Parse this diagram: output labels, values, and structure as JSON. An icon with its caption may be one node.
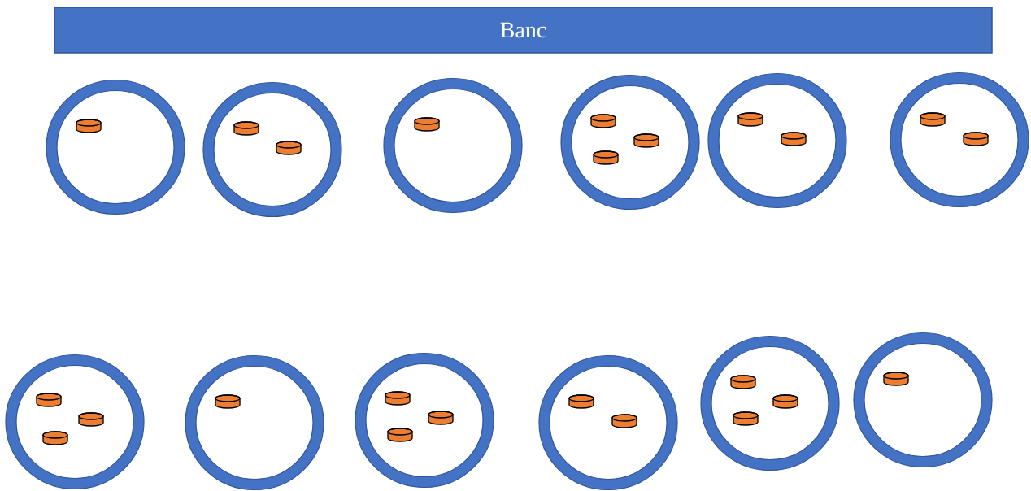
{
  "diagram": {
    "nodes": [
      {
        "text": [
          "Banc"
        ]
      },
      {
        "text": [],
        "shape": "circle"
      },
      {
        "text": [],
        "shape": "cylinder",
        "in": 1
      },
      {
        "text": [],
        "shape": "circle"
      },
      {
        "text": [],
        "shape": "cylinder",
        "in": 3
      },
      {
        "text": [],
        "shape": "cylinder",
        "in": 3
      },
      {
        "text": [],
        "shape": "circle"
      },
      {
        "text": [],
        "shape": "cylinder",
        "in": 6
      },
      {
        "text": [],
        "shape": "circle"
      },
      {
        "text": [],
        "shape": "cylinder",
        "in": 8
      },
      {
        "text": [],
        "shape": "cylinder",
        "in": 8
      },
      {
        "text": [],
        "shape": "cylinder",
        "in": 8
      },
      {
        "text": [],
        "shape": "circle"
      },
      {
        "text": [],
        "shape": "cylinder",
        "in": 12
      },
      {
        "text": [],
        "shape": "cylinder",
        "in": 12
      },
      {
        "text": [],
        "shape": "circle"
      },
      {
        "text": [],
        "shape": "cylinder",
        "in": 15
      },
      {
        "text": [],
        "shape": "cylinder",
        "in": 15
      },
      {
        "text": [],
        "shape": "circle"
      },
      {
        "text": [],
        "shape": "cylinder",
        "in": 18
      },
      {
        "text": [],
        "shape": "cylinder",
        "in": 18
      },
      {
        "text": [],
        "shape": "cylinder",
        "in": 18
      },
      {
        "text": [],
        "shape": "circle"
      },
      {
        "text": [],
        "shape": "cylinder",
        "in": 22
      },
      {
        "text": [],
        "shape": "circle"
      },
      {
        "text": [],
        "shape": "cylinder",
        "in": 24
      },
      {
        "text": [],
        "shape": "cylinder",
        "in": 24
      },
      {
        "text": [],
        "shape": "cylinder",
        "in": 24
      },
      {
        "text": [],
        "shape": "circle"
      },
      {
        "text": [],
        "shape": "cylinder",
        "in": 28
      },
      {
        "text": [],
        "shape": "cylinder",
        "in": 28
      },
      {
        "text": [],
        "shape": "circle"
      },
      {
        "text": [],
        "shape": "cylinder",
        "in": 31
      },
      {
        "text": [],
        "shape": "cylinder",
        "in": 31
      },
      {
        "text": [],
        "shape": "cylinder",
        "in": 31
      },
      {
        "text": [],
        "shape": "circle"
      },
      {
        "text": [],
        "shape": "cylinder",
        "in": 35
      }
    ]
  }
}
